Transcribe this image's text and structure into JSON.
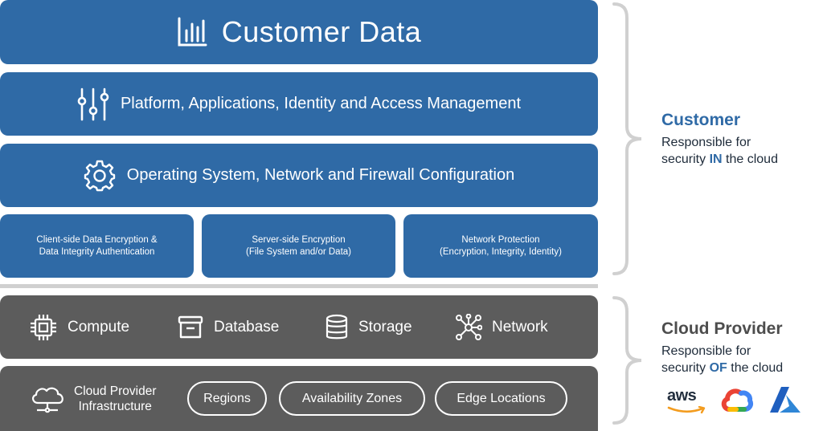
{
  "layers": {
    "customer_data": {
      "label": "Customer Data",
      "icon": "bar-chart-icon"
    },
    "platform": {
      "label": "Platform, Applications, Identity and Access Management",
      "icon": "sliders-icon"
    },
    "os": {
      "label": "Operating System, Network and Firewall Configuration",
      "icon": "gear-icon"
    },
    "encryption": [
      {
        "line1": "Client-side Data Encryption &",
        "line2": "Data Integrity Authentication"
      },
      {
        "line1": "Server-side Encryption",
        "line2": "(File System and/or Data)"
      },
      {
        "line1": "Network Protection",
        "line2": "(Encryption, Integrity, Identity)"
      }
    ],
    "services": [
      {
        "label": "Compute",
        "icon": "cpu-chip-icon"
      },
      {
        "label": "Database",
        "icon": "database-tray-icon"
      },
      {
        "label": "Storage",
        "icon": "storage-stack-icon"
      },
      {
        "label": "Network",
        "icon": "network-nodes-icon"
      }
    ],
    "infrastructure": {
      "line1": "Cloud Provider",
      "line2": "Infrastructure",
      "icon": "cloud-network-icon",
      "pills": [
        "Regions",
        "Availability Zones",
        "Edge Locations"
      ]
    }
  },
  "responsibility": {
    "customer": {
      "heading": "Customer",
      "line1": "Responsible for",
      "line2_pre": "security ",
      "emph": "IN",
      "line2_post": " the cloud"
    },
    "provider": {
      "heading": "Cloud Provider",
      "line1": "Responsible for",
      "line2_pre": "security ",
      "emph": "OF",
      "line2_post": " the cloud"
    }
  },
  "logos": {
    "aws": "aws",
    "gcp": "google-cloud-logo",
    "azure": "azure-logo"
  },
  "colors": {
    "customer_blue": "#2f6aa6",
    "provider_gray": "#5c5c5c",
    "bracket_gray": "#d0d0d0"
  }
}
